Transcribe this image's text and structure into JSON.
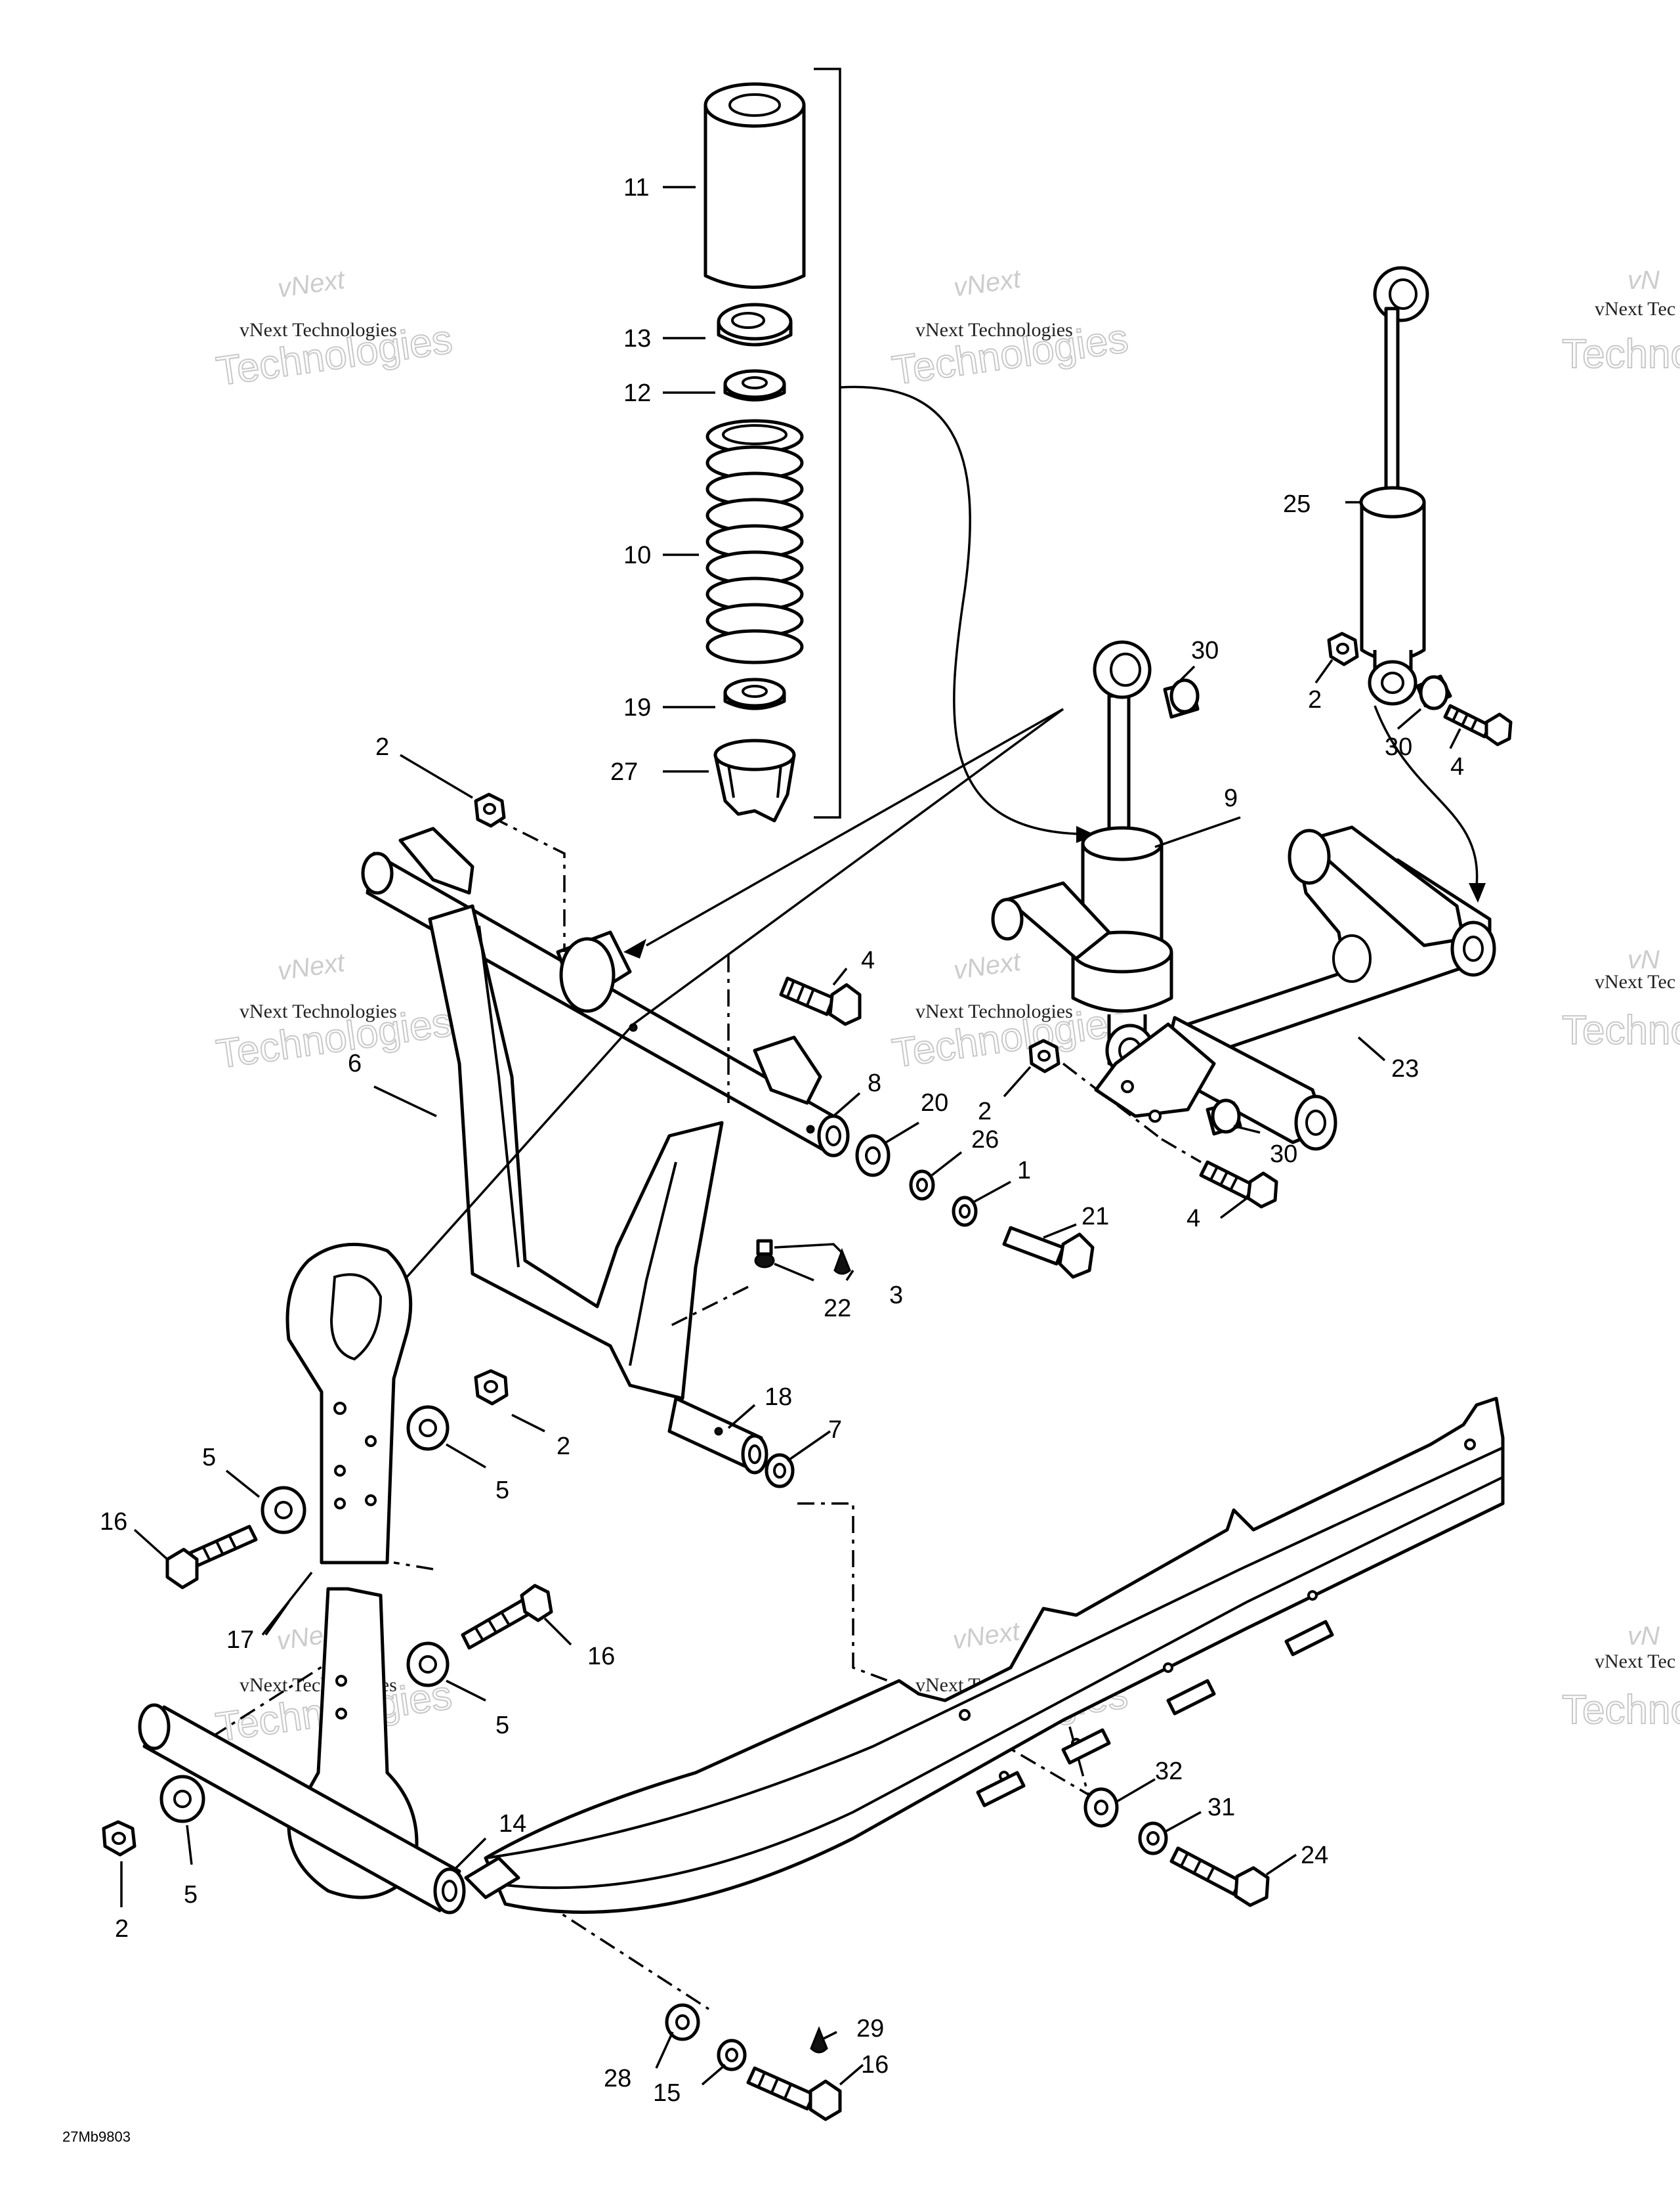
{
  "callouts": [
    {
      "id": "c11",
      "text": "11"
    },
    {
      "id": "c13",
      "text": "13"
    },
    {
      "id": "c12",
      "text": "12"
    },
    {
      "id": "c10",
      "text": "10"
    },
    {
      "id": "c19",
      "text": "19"
    },
    {
      "id": "c27",
      "text": "27"
    },
    {
      "id": "c2a",
      "text": "2"
    },
    {
      "id": "c6",
      "text": "6"
    },
    {
      "id": "c4a",
      "text": "4"
    },
    {
      "id": "c8",
      "text": "8"
    },
    {
      "id": "c20",
      "text": "20"
    },
    {
      "id": "c26",
      "text": "26"
    },
    {
      "id": "c1",
      "text": "1"
    },
    {
      "id": "c21",
      "text": "21"
    },
    {
      "id": "c3",
      "text": "3"
    },
    {
      "id": "c22",
      "text": "22"
    },
    {
      "id": "c18",
      "text": "18"
    },
    {
      "id": "c7",
      "text": "7"
    },
    {
      "id": "c2b",
      "text": "2"
    },
    {
      "id": "c5a",
      "text": "5"
    },
    {
      "id": "c5b",
      "text": "5"
    },
    {
      "id": "c16a",
      "text": "16"
    },
    {
      "id": "c17",
      "text": "17"
    },
    {
      "id": "c16b",
      "text": "16"
    },
    {
      "id": "c5c",
      "text": "5"
    },
    {
      "id": "c14",
      "text": "14"
    },
    {
      "id": "c5d",
      "text": "5"
    },
    {
      "id": "c2c",
      "text": "2"
    },
    {
      "id": "c30a",
      "text": "30"
    },
    {
      "id": "c9",
      "text": "9"
    },
    {
      "id": "c25",
      "text": "25"
    },
    {
      "id": "c2d",
      "text": "2"
    },
    {
      "id": "c30b",
      "text": "30"
    },
    {
      "id": "c4b",
      "text": "4"
    },
    {
      "id": "c23",
      "text": "23"
    },
    {
      "id": "c2e",
      "text": "2"
    },
    {
      "id": "c30c",
      "text": "30"
    },
    {
      "id": "c4c",
      "text": "4"
    },
    {
      "id": "c32",
      "text": "32"
    },
    {
      "id": "c31",
      "text": "31"
    },
    {
      "id": "c24",
      "text": "24"
    },
    {
      "id": "c28",
      "text": "28"
    },
    {
      "id": "c15",
      "text": "15"
    },
    {
      "id": "c29",
      "text": "29"
    },
    {
      "id": "c16c",
      "text": "16"
    }
  ],
  "drawing_code": "27Mb9803",
  "watermark": {
    "line1": "vNext",
    "line2": "vNext Technologies",
    "line3": "Technologies",
    "partial1": "vN",
    "partial2": "vNext Tec",
    "partial3": "Techno"
  }
}
